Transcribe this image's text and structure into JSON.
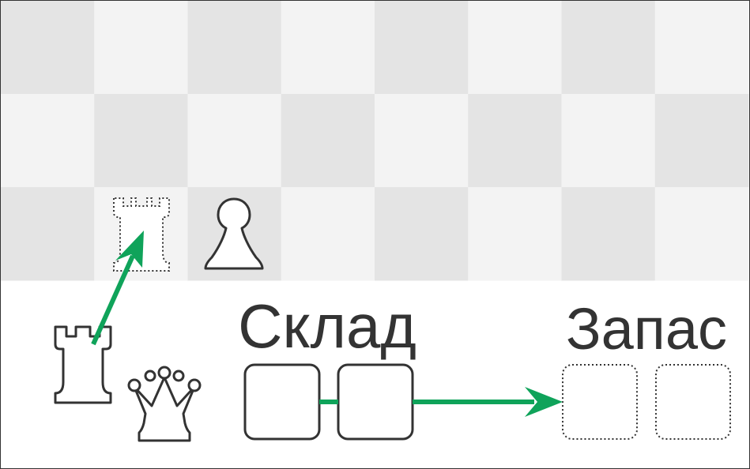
{
  "board": {
    "columns": 8,
    "rows": 3,
    "light_color": "#f3f3f3",
    "dark_color": "#e4e4e4",
    "pieces": [
      {
        "name": "ghost-rook",
        "icon": "rook-icon",
        "style": "dotted-outline"
      },
      {
        "name": "pawn",
        "icon": "pawn-icon",
        "style": "solid-outline"
      }
    ]
  },
  "labels": {
    "storage": "Склад",
    "reserve": "Запас"
  },
  "off_board": {
    "pieces": [
      {
        "name": "rook",
        "icon": "rook-icon"
      },
      {
        "name": "queen",
        "icon": "queen-icon"
      }
    ]
  },
  "slots": {
    "storage_count": 2,
    "reserve_count": 2
  },
  "colors": {
    "arrow": "#0fa35a",
    "outline": "#333333",
    "text": "#333333"
  }
}
